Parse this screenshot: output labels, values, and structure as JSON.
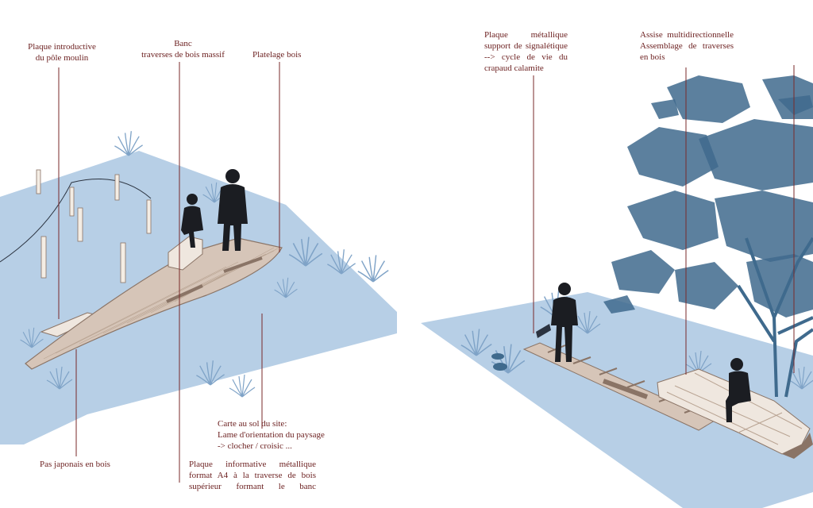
{
  "colors": {
    "ground": "#b7cfe6",
    "water_dark": "#8fb1d2",
    "grass": "#7fa3c7",
    "deck": "#d6c5b8",
    "deck_edge": "#8a7466",
    "bench": "#efe7df",
    "silhouette": "#1b1d22",
    "foliage": "#3f6a8d",
    "leader": "#7a2a2a",
    "text": "#6b1f1f"
  },
  "labels": {
    "plaque_intro": [
      "Plaque introductive",
      "du pôle moulin"
    ],
    "banc": [
      "Banc",
      "traverses de bois massif"
    ],
    "platelage": [
      "Platelage bois"
    ],
    "carte_sol": [
      "Carte au sol du site:",
      "Lame d'orientation du paysage",
      "-> clocher / croisic ..."
    ],
    "pas_japonais": [
      "Pas japonais en bois"
    ],
    "plaque_informative": [
      "Plaque informative métallique",
      "format A4 à la traverse de bois",
      "supérieur formant le banc"
    ],
    "plaque_metallique": [
      "Plaque métallique",
      "support de signalétique",
      "--> cycle de vie du",
      "crapaud calamite"
    ],
    "assise": [
      "Assise multidirectionnelle",
      "Assemblage de traverses",
      "en bois"
    ]
  },
  "icons": {
    "figure": "person-silhouette-icon",
    "grass": "grass-tuft-icon",
    "tree": "tree-icon",
    "post": "wooden-post-icon"
  }
}
